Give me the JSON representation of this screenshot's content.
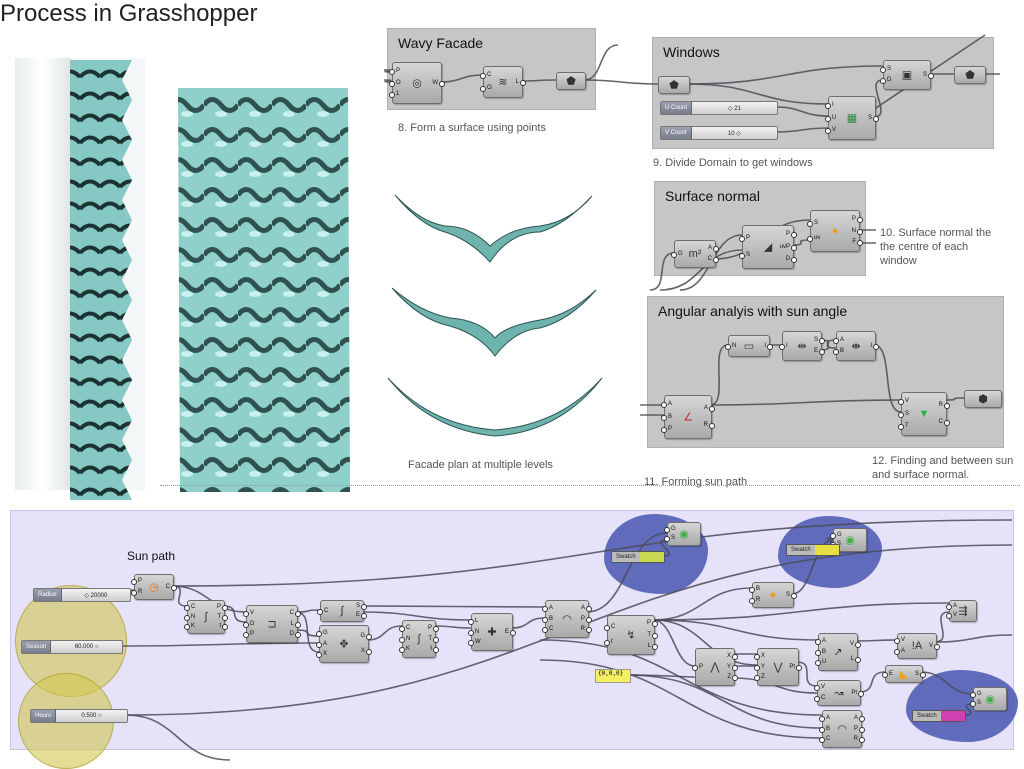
{
  "title": "Process in Grasshopper",
  "panels": {
    "wavy_facade": "Wavy Facade",
    "windows": "Windows",
    "surface_normal": "Surface normal",
    "angular": "Angular analyis with sun angle",
    "sun_path": "Sun path"
  },
  "captions": {
    "c8": "8. Form a surface using points",
    "c9": "9. Divide Domain to get windows",
    "c10": "10. Surface normal the the centre of each window",
    "plan": "Facade plan at multiple levels",
    "c12": "12. Finding and between sun and surface normal.",
    "c11": "11. Forming sun path"
  },
  "sliders": [
    {
      "id": "ucount",
      "label": "U Count",
      "value": "◇ 21"
    },
    {
      "id": "vcount",
      "label": "V Count",
      "value": "10 ◇"
    },
    {
      "id": "radius",
      "label": "Radius",
      "value": "◇ 20000"
    },
    {
      "id": "season",
      "label": "Season",
      "value": "60.000 ○"
    },
    {
      "id": "hours",
      "label": "Hours",
      "value": "0.500 ○"
    }
  ],
  "swatches": [
    {
      "label": "Swatch",
      "color": "#c8d850"
    },
    {
      "label": "Swatch",
      "color": "#e8e040"
    },
    {
      "label": "Swatch",
      "color": "#d040b0"
    }
  ],
  "text_panel": "{0,0,0}",
  "nodes": [
    {
      "id": "wf1",
      "in": [
        "P",
        "O",
        "1"
      ],
      "out": [
        "W"
      ],
      "icon": "swirl-icon"
    },
    {
      "id": "wf2",
      "in": [
        "C",
        "O"
      ],
      "out": [
        "L"
      ],
      "icon": "loft-icon"
    },
    {
      "id": "wf3",
      "in": [],
      "out": [],
      "icon": "surface-param-icon"
    },
    {
      "id": "w1",
      "in": [],
      "out": [],
      "icon": "surface-param-icon"
    },
    {
      "id": "w2",
      "in": [
        "I",
        "U",
        "V"
      ],
      "out": [
        "S"
      ],
      "icon": "divide-domain-icon"
    },
    {
      "id": "w3",
      "in": [
        "S",
        "D"
      ],
      "out": [
        "S"
      ],
      "icon": "subsurface-icon"
    },
    {
      "id": "w4",
      "in": [],
      "out": [],
      "icon": "surface-param-icon"
    },
    {
      "id": "s1",
      "in": [
        "G"
      ],
      "out": [
        "A",
        "C"
      ],
      "icon": "area-icon"
    },
    {
      "id": "s2",
      "in": [
        "P",
        "S"
      ],
      "out": [
        "P",
        "uvP",
        "D"
      ],
      "icon": "surface-closest-point-icon"
    },
    {
      "id": "s3",
      "in": [
        "S",
        "uv"
      ],
      "out": [
        "P",
        "N",
        "F"
      ],
      "icon": "evaluate-surface-icon"
    },
    {
      "id": "a1",
      "in": [
        "A",
        "B",
        "P"
      ],
      "out": [
        "A",
        "R"
      ],
      "icon": "angle-icon"
    },
    {
      "id": "a2",
      "in": [
        "N"
      ],
      "out": [
        "I"
      ],
      "icon": "bounds-icon"
    },
    {
      "id": "a3",
      "in": [
        "I"
      ],
      "out": [
        "S",
        "E"
      ],
      "icon": "deconstruct-domain-icon"
    },
    {
      "id": "a4",
      "in": [
        "A",
        "B"
      ],
      "out": [
        "I"
      ],
      "icon": "construct-domain-icon"
    },
    {
      "id": "a5",
      "in": [
        "V",
        "S",
        "T"
      ],
      "out": [
        "R",
        "C"
      ],
      "icon": "gradient-icon"
    },
    {
      "id": "a6",
      "in": [],
      "out": [],
      "icon": "hexagon-param-icon"
    },
    {
      "id": "p1",
      "in": [
        "P",
        "R"
      ],
      "out": [
        "C"
      ],
      "icon": "circle-icon"
    },
    {
      "id": "p2",
      "in": [
        "C",
        "N",
        "K"
      ],
      "out": [
        "P",
        "T",
        "t"
      ],
      "icon": "curve-icon"
    },
    {
      "id": "p3",
      "in": [
        "V",
        "D",
        "P"
      ],
      "out": [
        "C",
        "L",
        "D"
      ],
      "icon": "polygon-icon"
    },
    {
      "id": "p4",
      "in": [
        "C"
      ],
      "out": [
        "S",
        "E"
      ],
      "icon": "endpoints-icon"
    },
    {
      "id": "p5",
      "in": [
        "G",
        "A",
        "X"
      ],
      "out": [
        "G",
        "X"
      ],
      "icon": "rotate-icon"
    },
    {
      "id": "p6",
      "in": [
        "C",
        "N",
        "K"
      ],
      "out": [
        "P",
        "T",
        "t"
      ],
      "icon": "curve-icon"
    },
    {
      "id": "p7",
      "in": [
        "L",
        "N",
        "W"
      ],
      "out": [
        "E"
      ],
      "icon": "line-icon"
    },
    {
      "id": "p8",
      "in": [
        "A",
        "B",
        "C"
      ],
      "out": [
        "A",
        "P",
        "R"
      ],
      "icon": "arc-icon"
    },
    {
      "id": "p9",
      "in": [
        "C",
        "t"
      ],
      "out": [
        "P",
        "T",
        "L"
      ],
      "icon": "evaluate-curve-icon"
    },
    {
      "id": "p10",
      "in": [
        "B",
        "R"
      ],
      "out": [
        "S"
      ],
      "icon": "sphere-icon"
    },
    {
      "id": "p11",
      "in": [
        "P"
      ],
      "out": [
        "X",
        "Y",
        "Z"
      ],
      "icon": "deconstruct-point-icon"
    },
    {
      "id": "p12",
      "in": [
        "X",
        "Y",
        "Z"
      ],
      "out": [
        "Pt"
      ],
      "icon": "construct-point-icon"
    },
    {
      "id": "p13",
      "in": [
        "A",
        "B",
        "U"
      ],
      "out": [
        "V",
        "L"
      ],
      "icon": "vector-2pt-icon"
    },
    {
      "id": "p14",
      "in": [
        "V",
        "A"
      ],
      "out": [
        "V"
      ],
      "icon": "amplitude-icon"
    },
    {
      "id": "p15",
      "in": [
        "A",
        "V"
      ],
      "out": [],
      "icon": "vector-display-icon"
    },
    {
      "id": "p16",
      "in": [
        "V",
        "C"
      ],
      "out": [
        "Pt"
      ],
      "icon": "move-icon"
    },
    {
      "id": "p17",
      "in": [
        "E"
      ],
      "out": [
        "S"
      ],
      "icon": "surface-icon"
    },
    {
      "id": "p18",
      "in": [
        "A",
        "B",
        "C"
      ],
      "out": [
        "A",
        "P",
        "R"
      ],
      "icon": "arc-icon"
    },
    {
      "id": "pv1",
      "in": [
        "G",
        "S"
      ],
      "out": [],
      "icon": "preview-icon"
    },
    {
      "id": "pv2",
      "in": [
        "G",
        "S"
      ],
      "out": [],
      "icon": "preview-icon"
    },
    {
      "id": "pv3",
      "in": [
        "G",
        "S"
      ],
      "out": [],
      "icon": "preview-icon"
    }
  ],
  "colors": {
    "teal": "#8cc8c4",
    "canvas": "#c6c6c6",
    "sun_canvas": "#e6e2fa",
    "blob": "#5a64b8"
  }
}
